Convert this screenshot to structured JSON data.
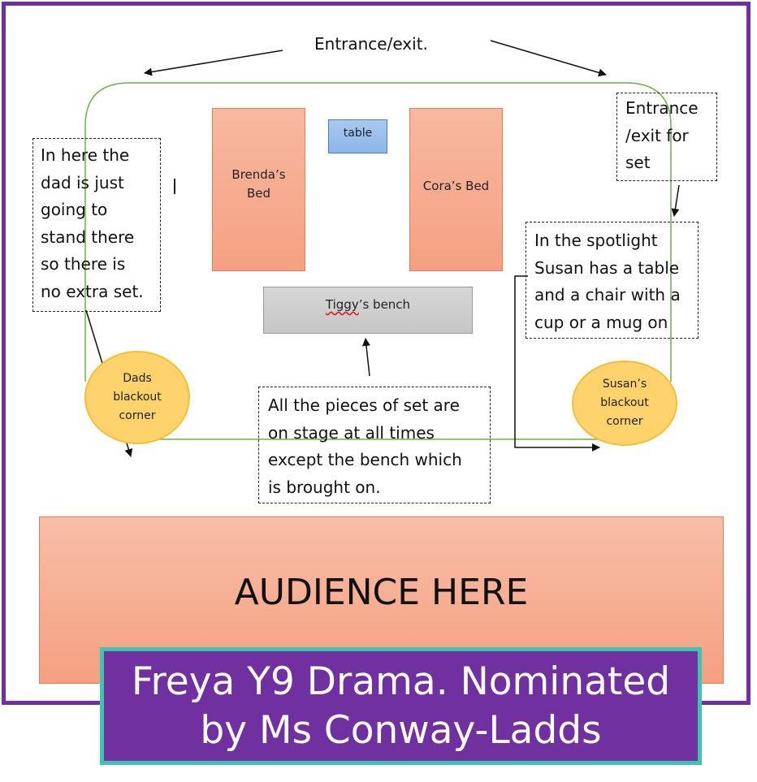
{
  "stage": {
    "entrance_label": "Entrance/exit.",
    "set_entrance_label": "Entrance\n/exit for\nset",
    "table": "table",
    "bed_left": "Brenda’s\nBed",
    "bed_right": "Cora’s Bed",
    "bench_prefix": "Tiggy",
    "bench_suffix": "’s bench",
    "corner_left": "Dads\nblackout\ncorner",
    "corner_right": "Susan’s\nblackout\ncorner"
  },
  "notes": {
    "dad": "In here the\ndad is just\ngoing to\nstand there\nso there is\nno extra set.",
    "spotlight": "In the spotlight\nSusan has a table\nand a chair with a\ncup or a mug on",
    "set": "All the pieces of set are\non stage at all times\nexcept the bench which\nis brought on."
  },
  "audience": "AUDIENCE HERE",
  "caption": "Freya Y9 Drama. Nominated\nby Ms Conway-Ladds",
  "colors": {
    "frame": "#7030a0",
    "caption_bg": "#7030a0",
    "caption_border": "#3fc4b4",
    "stage_outline": "#70ad47",
    "bed_fill": "#f5a082",
    "table_fill": "#8db6ea",
    "bench_fill": "#c6c6c6",
    "corner_fill": "#ffd36b"
  }
}
